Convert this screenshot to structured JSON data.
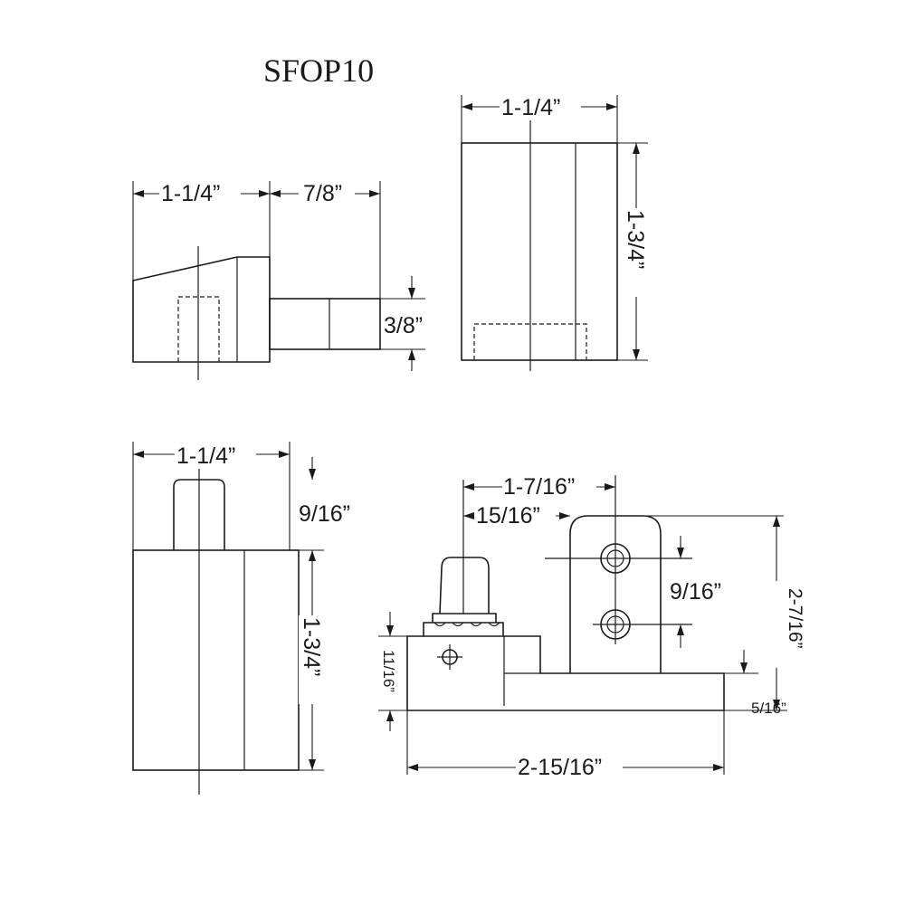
{
  "title": "SFOP10",
  "views": {
    "side": {
      "body_width": "1-1/4”",
      "pin_length": "7/8”",
      "pin_height": "3/8”"
    },
    "top_right": {
      "width": "1-1/4”",
      "height": "1-3/4”"
    },
    "front": {
      "width": "1-1/4”",
      "pin_height": "9/16”",
      "body_height": "1-3/4”"
    },
    "plan": {
      "hole_offset_a": "1-7/16”",
      "hole_offset_b": "15/16”",
      "hole_spacing": "9/16”",
      "overall_height": "2-7/16”",
      "block_height": "11/16”",
      "plate_thickness": "5/16”",
      "overall_length": "2-15/16”"
    }
  }
}
